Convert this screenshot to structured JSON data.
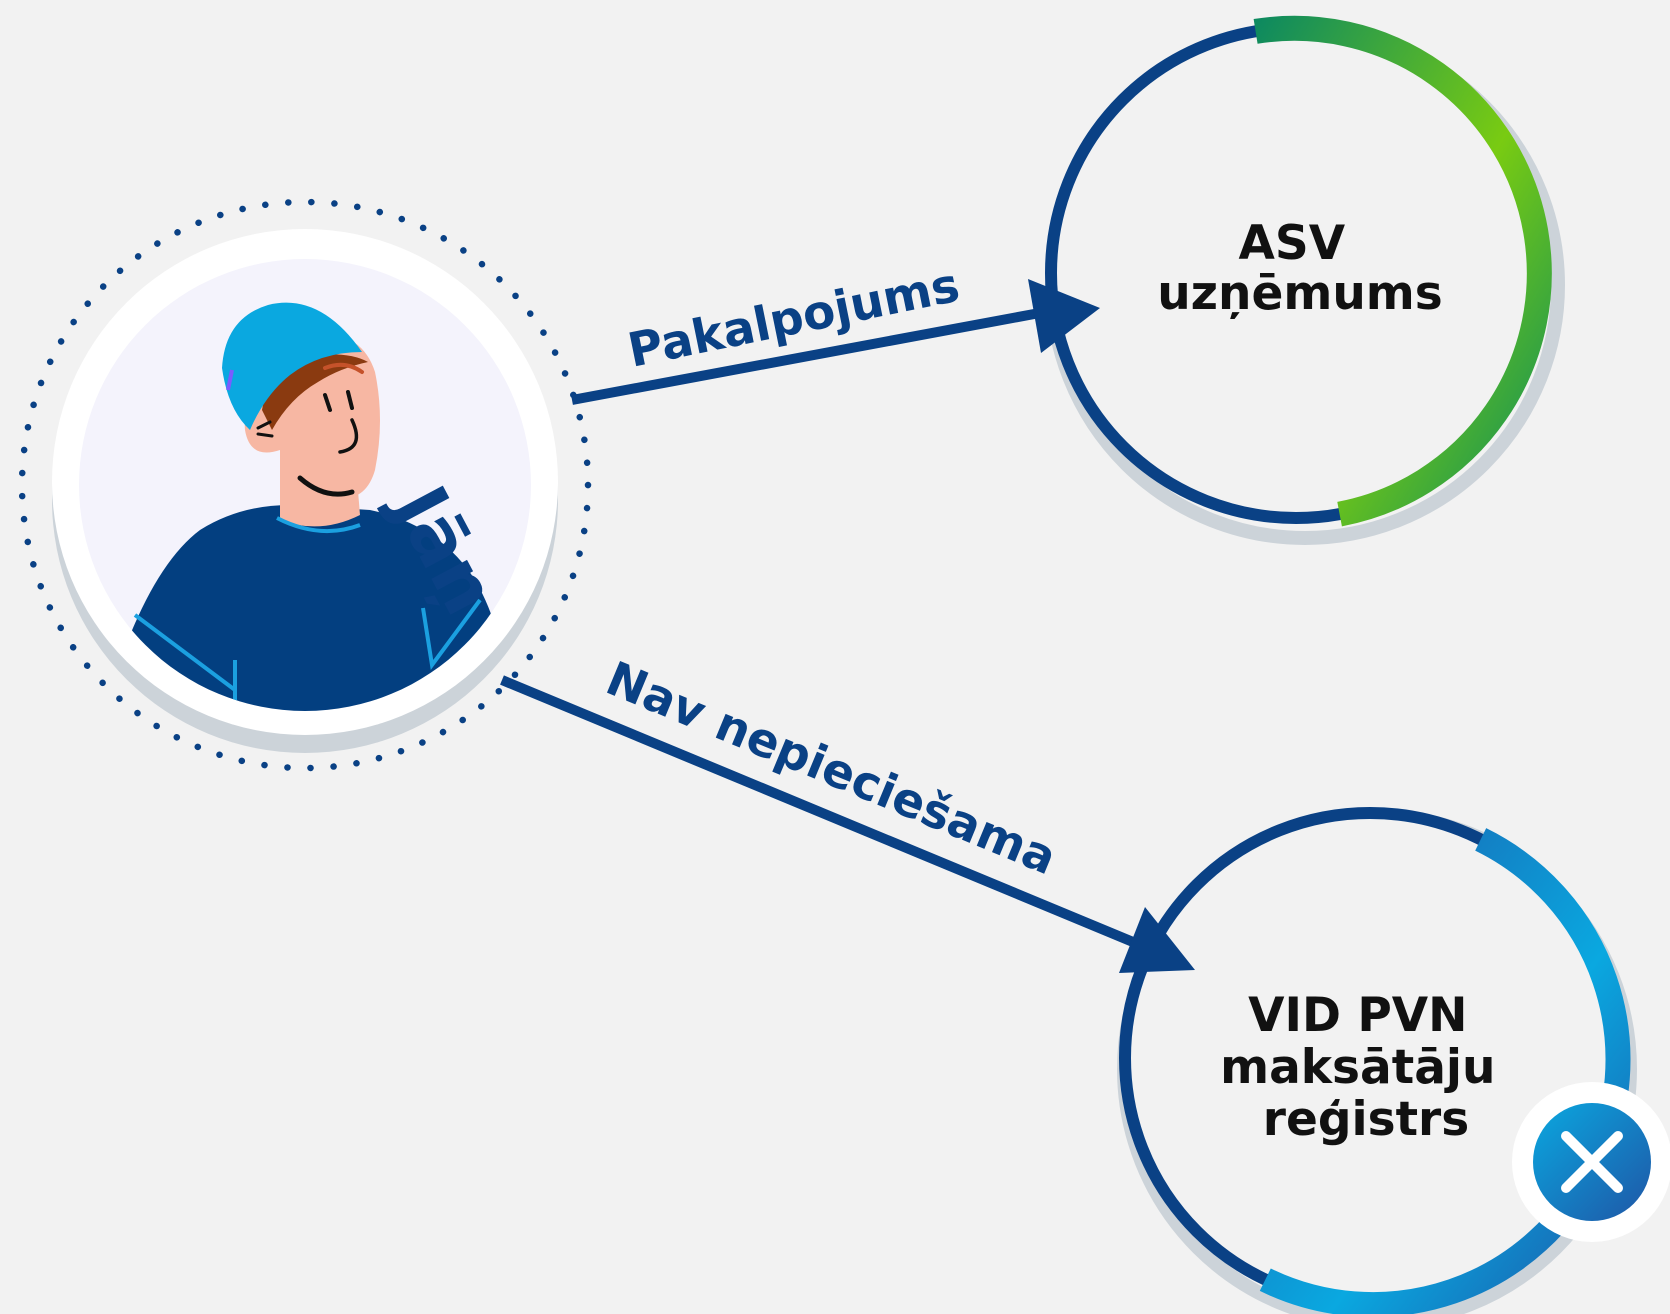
{
  "person": {
    "name": "Jāņ",
    "icon": "person-avatar-icon"
  },
  "edges": [
    {
      "label": "Pakalpojums",
      "target": "asv"
    },
    {
      "label": "Nav nepieciešama",
      "target": "vid"
    }
  ],
  "nodes": {
    "asv": {
      "lines": [
        "ASV",
        "uzņēmums"
      ],
      "accent": "#6fc91a"
    },
    "vid": {
      "lines": [
        "VID PVN",
        "maksātāju",
        "reģistrs"
      ],
      "accent": "#0aa8e0",
      "status_icon": "close-icon"
    }
  },
  "colors": {
    "navy": "#0a4185",
    "text": "#111111",
    "background": "#f2f2f2"
  }
}
